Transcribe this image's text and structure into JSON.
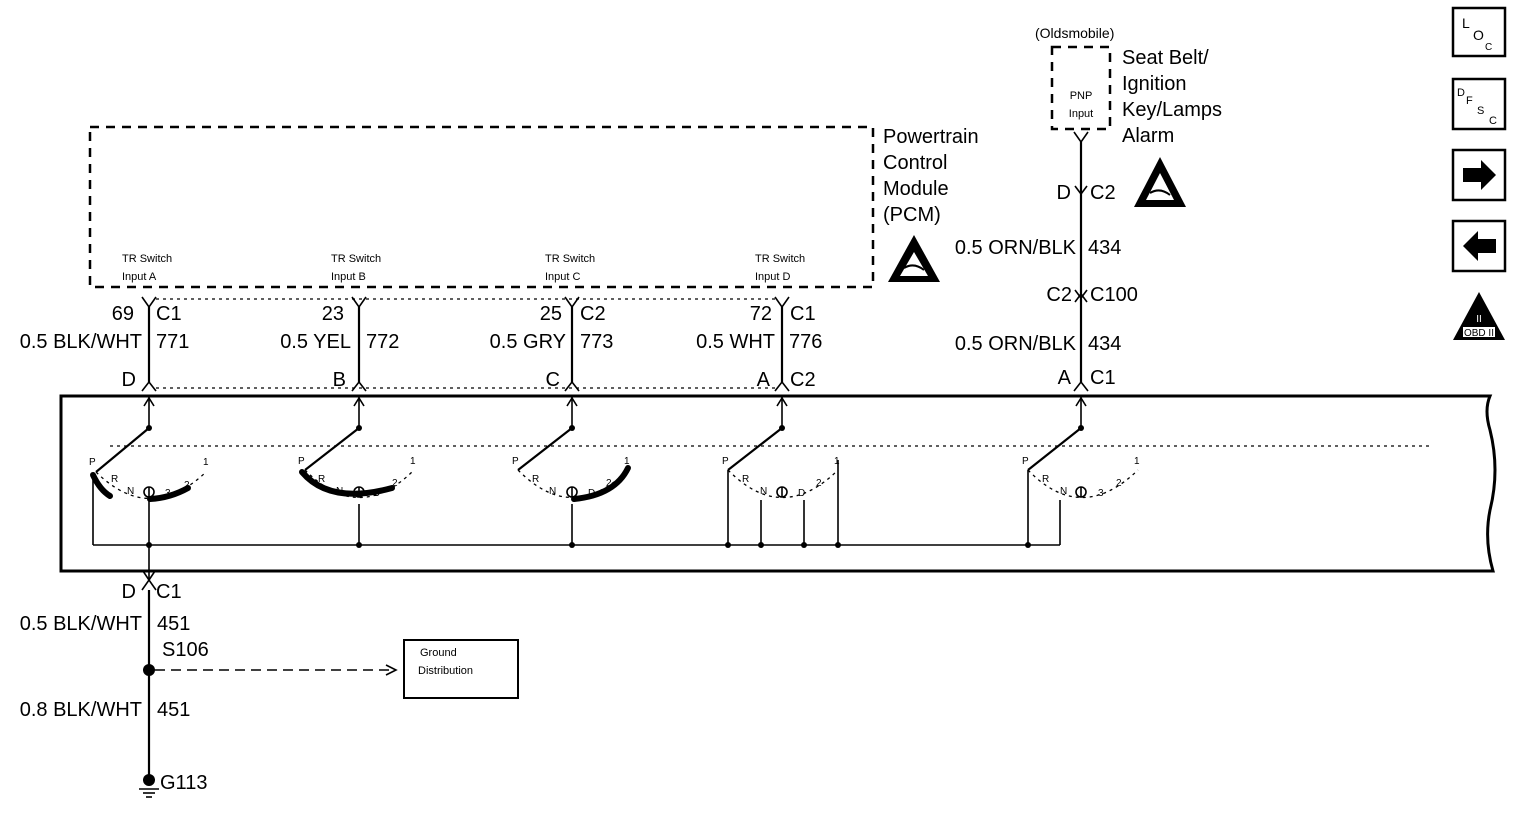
{
  "pcm": {
    "title_lines": [
      "Powertrain",
      "Control",
      "Module",
      "(PCM)"
    ],
    "inputs": [
      {
        "label1": "TR Switch",
        "label2": "Input A",
        "pin": "69",
        "conn": "C1",
        "wire": "0.5 BLK/WHT",
        "circuit": "771",
        "sw_pin": "D",
        "sw_conn": ""
      },
      {
        "label1": "TR Switch",
        "label2": "Input B",
        "pin": "23",
        "conn": "",
        "wire": "0.5 YEL",
        "circuit": "772",
        "sw_pin": "B",
        "sw_conn": ""
      },
      {
        "label1": "TR Switch",
        "label2": "Input C",
        "pin": "25",
        "conn": "C2",
        "wire": "0.5 GRY",
        "circuit": "773",
        "sw_pin": "C",
        "sw_conn": ""
      },
      {
        "label1": "TR Switch",
        "label2": "Input D",
        "pin": "72",
        "conn": "C1",
        "wire": "0.5 WHT",
        "circuit": "776",
        "sw_pin": "A",
        "sw_conn": "C2"
      }
    ]
  },
  "alarm": {
    "note": "(Oldsmobile)",
    "box_lines": [
      "PNP",
      "Input"
    ],
    "title_lines": [
      "Seat Belt/",
      "Ignition",
      "Key/Lamps",
      "Alarm"
    ],
    "pin": "D",
    "conn": "C2",
    "wire1": "0.5 ORN/BLK",
    "circuit1": "434",
    "inline_left": "C2",
    "inline_right": "C100",
    "wire2": "0.5 ORN/BLK",
    "circuit2": "434",
    "sw_pin": "A",
    "sw_conn": "C1"
  },
  "switch_positions": [
    [
      "P",
      "R",
      "N",
      "3",
      "2",
      "1"
    ],
    [
      "P",
      "R",
      "N",
      "D",
      "2",
      "1"
    ],
    [
      "P",
      "R",
      "N",
      "D",
      "2",
      "1"
    ],
    [
      "P",
      "R",
      "N",
      "D",
      "2",
      "1"
    ],
    [
      "P",
      "R",
      "N",
      "3",
      "2",
      "1"
    ]
  ],
  "ground": {
    "pin": "D",
    "conn": "C1",
    "wire1": "0.5 BLK/WHT",
    "circuit1": "451",
    "splice": "S106",
    "dist_lines": [
      "Ground",
      "Distribution"
    ],
    "wire2": "0.8 BLK/WHT",
    "circuit2": "451",
    "ground_id": "G113"
  },
  "sidebar": {
    "loc_main": "L",
    "loc_sub": "O",
    "loc_sub2": "C",
    "dfsc": [
      "D",
      "F",
      "S",
      "C"
    ],
    "forward_icon": "right-arrow-icon",
    "back_icon": "left-arrow-icon",
    "obd_top": "II",
    "obd_bottom": "OBD II"
  }
}
